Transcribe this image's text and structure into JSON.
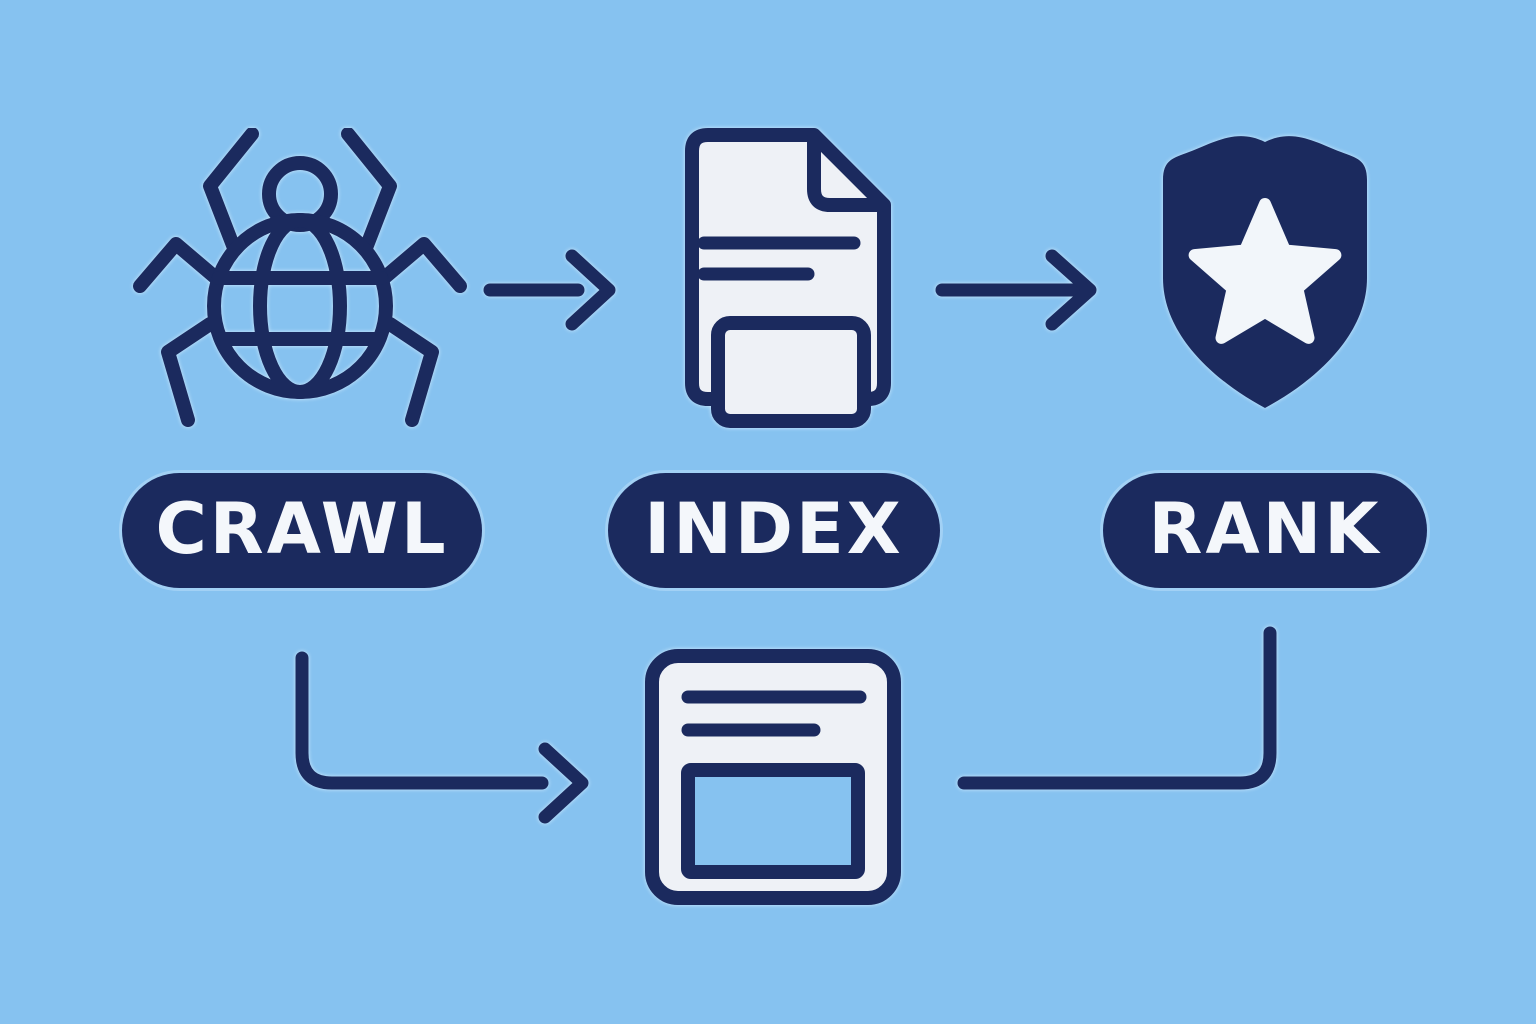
{
  "diagram": {
    "name": "search-engine-pipeline",
    "stages": [
      {
        "label": "CRAWL",
        "icon": "spider-crawler-icon"
      },
      {
        "label": "INDEX",
        "icon": "document-index-icon"
      },
      {
        "label": "RANK",
        "icon": "shield-star-icon"
      }
    ],
    "connectors": [
      {
        "type": "arrow-right",
        "between": [
          "spider-crawler-icon",
          "document-index-icon"
        ]
      },
      {
        "type": "arrow-right",
        "between": [
          "document-index-icon",
          "shield-star-icon"
        ]
      },
      {
        "type": "elbow-arrow-down-right",
        "between": [
          "crawl-pill",
          "webpage-icon"
        ]
      },
      {
        "type": "elbow-line-down-left",
        "between": [
          "rank-pill",
          "webpage-icon"
        ]
      }
    ],
    "result_icon": "webpage-icon"
  },
  "colors": {
    "background": "#86c2f0",
    "navy": "#1b2a5e",
    "paper": "#eef1f6",
    "label_text": "#f4f7fb"
  }
}
